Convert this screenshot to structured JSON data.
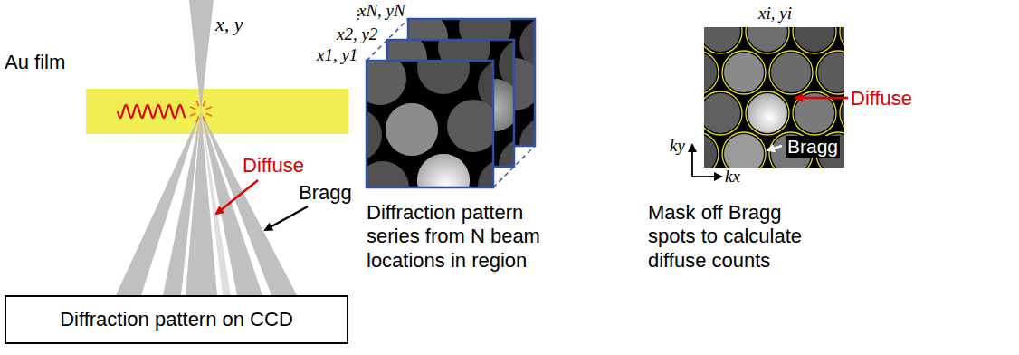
{
  "diagram": {
    "nodes": [
      {
        "text": [
          "Au film"
        ]
      },
      {
        "text": [
          "Diffraction pattern on CCD"
        ]
      }
    ],
    "labels": [
      "x, y",
      "Diffuse",
      "Bragg",
      "xN, yN",
      "⋮",
      "x2, y2",
      "x1, y1",
      "Diffraction pattern series from N beam locations in region",
      "xi, yi",
      "Diffuse",
      "Bragg",
      "ky",
      "kx",
      "Mask off Bragg spots to calculate diffuse counts"
    ]
  }
}
